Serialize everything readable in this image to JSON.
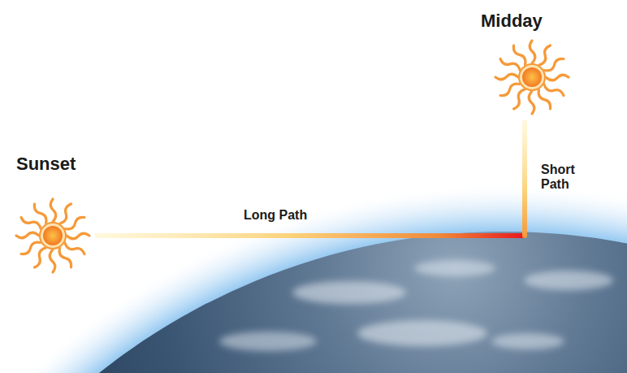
{
  "diagram": {
    "labels": [
      "Sunset",
      "Midday",
      "Long Path",
      "Short Path"
    ]
  }
}
